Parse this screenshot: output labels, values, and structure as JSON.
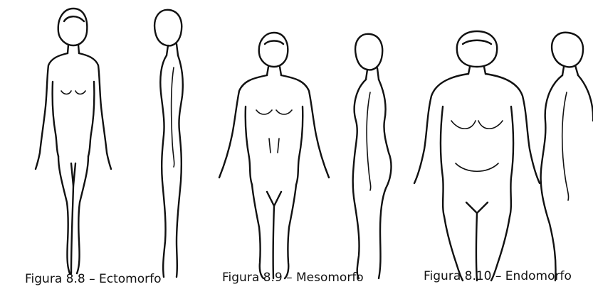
{
  "figures": [
    {
      "id": "ectomorph",
      "caption": "Figura 8.8 – Ectomorfo"
    },
    {
      "id": "mesomorph",
      "caption": "Figura 8.9 – Mesomorfo"
    },
    {
      "id": "endomorph",
      "caption": "Figura 8.10 – Endomorfo"
    }
  ]
}
